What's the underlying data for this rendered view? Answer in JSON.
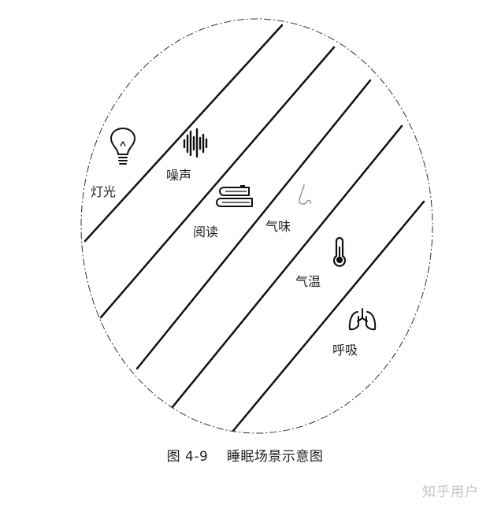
{
  "diagram": {
    "labels": {
      "light": "灯光",
      "noise": "噪声",
      "reading": "阅读",
      "smell": "气味",
      "temperature": "气温",
      "breathing": "呼吸"
    },
    "icons": {
      "light": "light-bulb-icon",
      "noise": "sound-wave-icon",
      "reading": "books-icon",
      "smell": "nose-icon",
      "temperature": "thermometer-icon",
      "breathing": "lungs-icon"
    },
    "caption": "图 4-9    睡眠场景示意图"
  },
  "watermark": "知乎用户"
}
